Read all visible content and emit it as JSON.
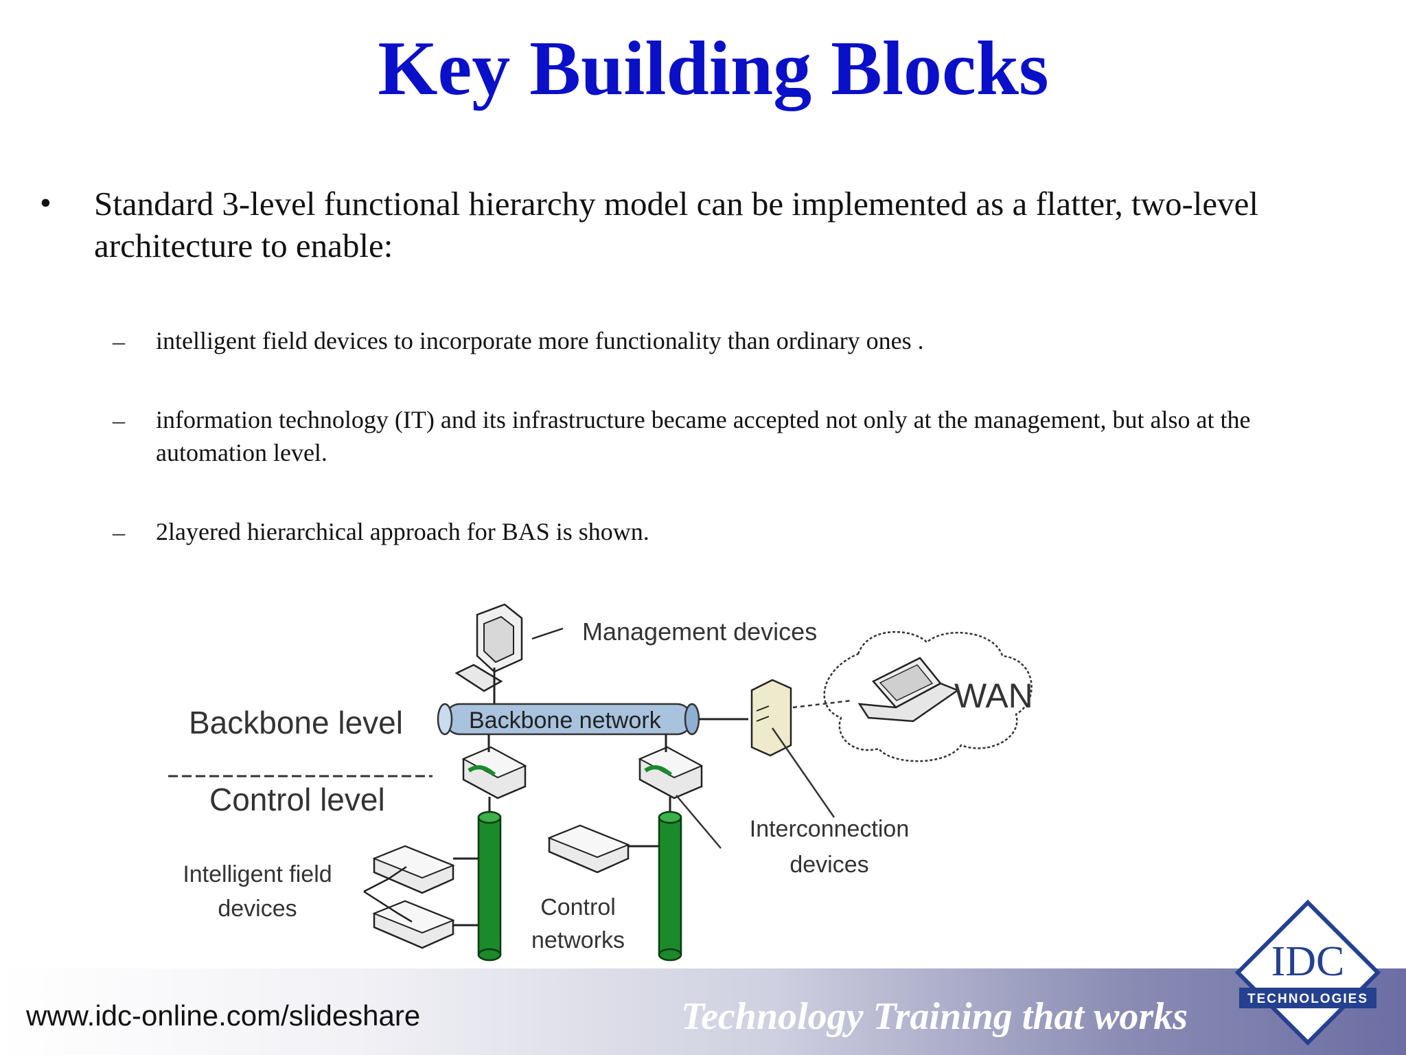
{
  "slide": {
    "title": "Key Building Blocks",
    "bullet_symbol": "•",
    "bullet": "Standard 3-level functional hierarchy model can be implemented as a flatter, two-level architecture  to enable:",
    "dash_symbol": "–",
    "sub_points": [
      "intelligent field devices to incorporate more functionality than ordinary ones .",
      "information technology (IT) and its infrastructure became accepted not only at the management, but also at the automation level.",
      "2layered hierarchical approach for BAS is shown."
    ]
  },
  "diagram": {
    "management_devices": "Management devices",
    "wan": "WAN",
    "backbone_level": "Backbone level",
    "backbone_network": "Backbone network",
    "control_level": "Control level",
    "intelligent_field_line1": "Intelligent field",
    "intelligent_field_line2": "devices",
    "control_networks_line1": "Control",
    "control_networks_line2": "networks",
    "interconnection_line1": "Interconnection",
    "interconnection_line2": "devices",
    "colors": {
      "backbone": "#a9c3de",
      "control_network": "#1a8a2a"
    }
  },
  "footer": {
    "url": "www.idc-online.com/slideshare",
    "tagline": "Technology Training that works",
    "logo_main": "IDC",
    "logo_sub": "TECHNOLOGIES",
    "colors": {
      "brand_blue": "#24408f"
    }
  }
}
